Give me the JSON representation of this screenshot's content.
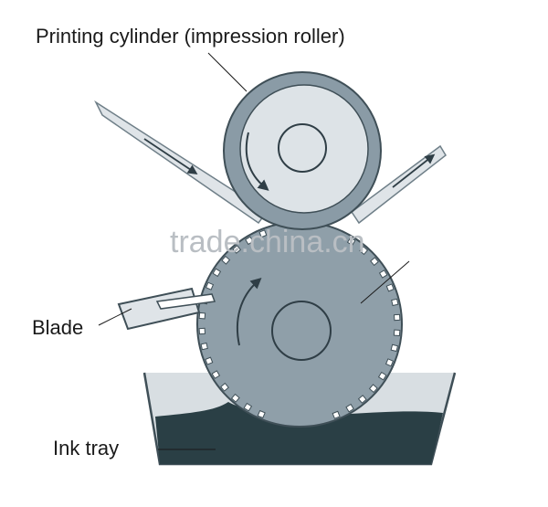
{
  "labels": {
    "printing_cylinder": "Printing cylinder (impression roller)",
    "blade": "Blade",
    "ink_tray": "Ink tray"
  },
  "watermark": "trade.china.cn",
  "colors": {
    "roller_outer": "#8a9ba6",
    "roller_inner": "#dde3e7",
    "gravure_cylinder": "#8f9fa9",
    "ink": "#2a3f45",
    "tray": "#d8dee2",
    "outline": "#3f4f57",
    "web": "#dfe4e8"
  }
}
